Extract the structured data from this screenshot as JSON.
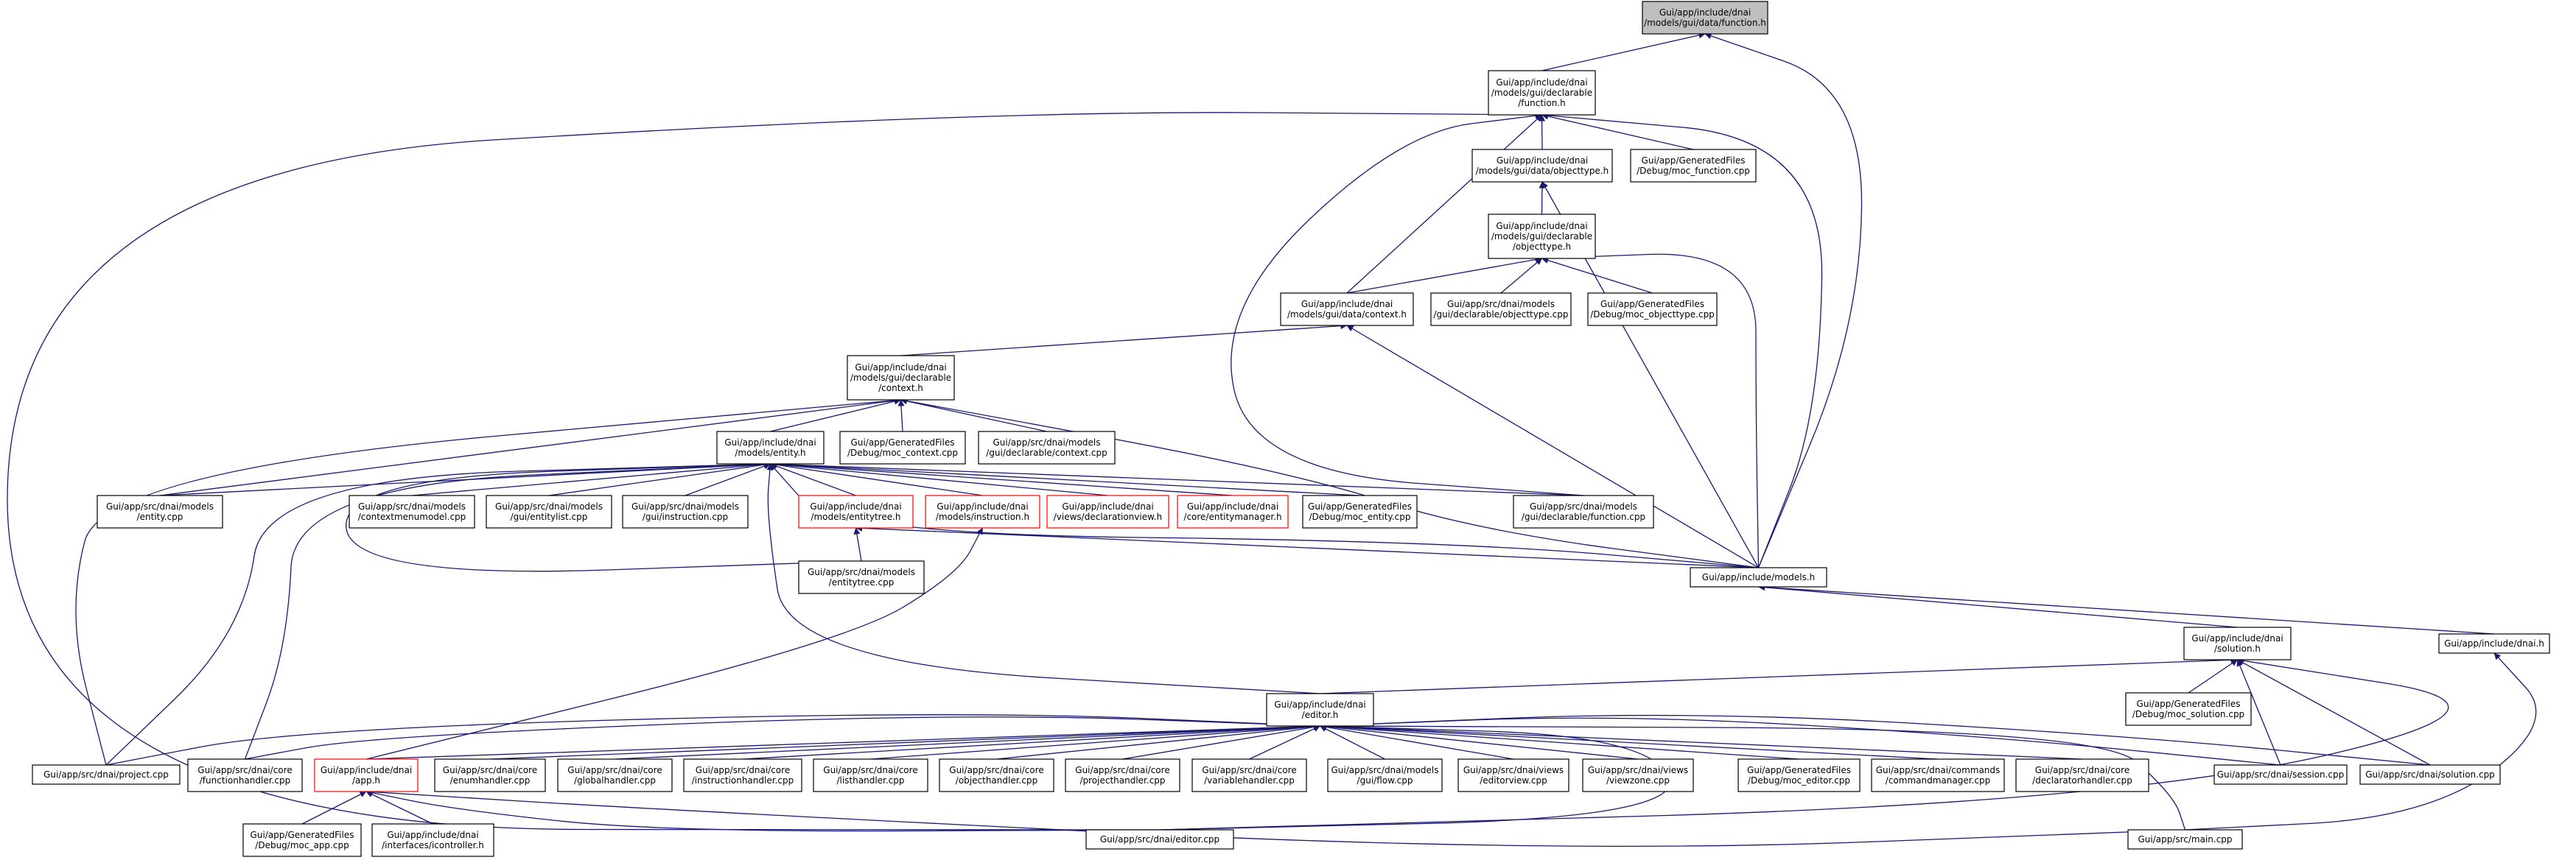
{
  "colors": {
    "edge": "#191970",
    "highlight_fill": "#bfbfbf",
    "incomplete_border": "#ff0000",
    "node_border": "#000000"
  },
  "nodes": {
    "root": [
      "Gui/app/include/dnai",
      "/models/gui/data/function.h"
    ],
    "decl_function_h": [
      "Gui/app/include/dnai",
      "/models/gui/declarable",
      "/function.h"
    ],
    "objecttype_h": [
      "Gui/app/include/dnai",
      "/models/gui/data/objecttype.h"
    ],
    "moc_function": [
      "Gui/app/GeneratedFiles",
      "/Debug/moc_function.cpp"
    ],
    "decl_objecttype_h": [
      "Gui/app/include/dnai",
      "/models/gui/declarable",
      "/objecttype.h"
    ],
    "data_context_h": [
      "Gui/app/include/dnai",
      "/models/gui/data/context.h"
    ],
    "decl_objecttype_cpp": [
      "Gui/app/src/dnai/models",
      "/gui/declarable/objecttype.cpp"
    ],
    "moc_objecttype": [
      "Gui/app/GeneratedFiles",
      "/Debug/moc_objecttype.cpp"
    ],
    "decl_context_h": [
      "Gui/app/include/dnai",
      "/models/gui/declarable",
      "/context.h"
    ],
    "entity_h": [
      "Gui/app/include/dnai",
      "/models/entity.h"
    ],
    "moc_context": [
      "Gui/app/GeneratedFiles",
      "/Debug/moc_context.cpp"
    ],
    "decl_context_cpp": [
      "Gui/app/src/dnai/models",
      "/gui/declarable/context.cpp"
    ],
    "entity_cpp": [
      "Gui/app/src/dnai/models",
      "/entity.cpp"
    ],
    "contextmenumodel_cpp": [
      "Gui/app/src/dnai/models",
      "/contextmenumodel.cpp"
    ],
    "entitylist_cpp": [
      "Gui/app/src/dnai/models",
      "/gui/entitylist.cpp"
    ],
    "instruction_cpp": [
      "Gui/app/src/dnai/models",
      "/gui/instruction.cpp"
    ],
    "entitytree_h": [
      "Gui/app/include/dnai",
      "/models/entitytree.h"
    ],
    "instruction_h": [
      "Gui/app/include/dnai",
      "/models/instruction.h"
    ],
    "declarationview_h": [
      "Gui/app/include/dnai",
      "/views/declarationview.h"
    ],
    "entitymanager_h": [
      "Gui/app/include/dnai",
      "/core/entitymanager.h"
    ],
    "moc_entity": [
      "Gui/app/GeneratedFiles",
      "/Debug/moc_entity.cpp"
    ],
    "decl_function_cpp": [
      "Gui/app/src/dnai/models",
      "/gui/declarable/function.cpp"
    ],
    "entitytree_cpp": [
      "Gui/app/src/dnai/models",
      "/entitytree.cpp"
    ],
    "models_h": [
      "Gui/app/include/models.h"
    ],
    "solution_h": [
      "Gui/app/include/dnai",
      "/solution.h"
    ],
    "dnai_h": [
      "Gui/app/include/dnai.h"
    ],
    "moc_solution": [
      "Gui/app/GeneratedFiles",
      "/Debug/moc_solution.cpp"
    ],
    "editor_h": [
      "Gui/app/include/dnai",
      "/editor.h"
    ],
    "project_cpp": [
      "Gui/app/src/dnai/project.cpp"
    ],
    "functionhandler_cpp": [
      "Gui/app/src/dnai/core",
      "/functionhandler.cpp"
    ],
    "app_h": [
      "Gui/app/include/dnai",
      "/app.h"
    ],
    "enumhandler_cpp": [
      "Gui/app/src/dnai/core",
      "/enumhandler.cpp"
    ],
    "globalhandler_cpp": [
      "Gui/app/src/dnai/core",
      "/globalhandler.cpp"
    ],
    "instructionhandler_cpp": [
      "Gui/app/src/dnai/core",
      "/instructionhandler.cpp"
    ],
    "listhandler_cpp": [
      "Gui/app/src/dnai/core",
      "/listhandler.cpp"
    ],
    "objecthandler_cpp": [
      "Gui/app/src/dnai/core",
      "/objecthandler.cpp"
    ],
    "projecthandler_cpp": [
      "Gui/app/src/dnai/core",
      "/projecthandler.cpp"
    ],
    "variablehandler_cpp": [
      "Gui/app/src/dnai/core",
      "/variablehandler.cpp"
    ],
    "guiflow_cpp": [
      "Gui/app/src/dnai/models",
      "/gui/flow.cpp"
    ],
    "editorview_cpp": [
      "Gui/app/src/dnai/views",
      "/editorview.cpp"
    ],
    "viewzone_cpp": [
      "Gui/app/src/dnai/views",
      "/viewzone.cpp"
    ],
    "moc_editor": [
      "Gui/app/GeneratedFiles",
      "/Debug/moc_editor.cpp"
    ],
    "commandmanager_cpp": [
      "Gui/app/src/dnai/commands",
      "/commandmanager.cpp"
    ],
    "declaratorhandler_cpp": [
      "Gui/app/src/dnai/core",
      "/declaratorhandler.cpp"
    ],
    "session_cpp": [
      "Gui/app/src/dnai/session.cpp"
    ],
    "solution_cpp": [
      "Gui/app/src/dnai/solution.cpp"
    ],
    "moc_app": [
      "Gui/app/GeneratedFiles",
      "/Debug/moc_app.cpp"
    ],
    "icontroller_h": [
      "Gui/app/include/dnai",
      "/interfaces/icontroller.h"
    ],
    "editor_cpp": [
      "Gui/app/src/dnai/editor.cpp"
    ],
    "main_cpp": [
      "Gui/app/src/main.cpp"
    ]
  },
  "edges": [
    [
      "decl_function_h",
      "root"
    ],
    [
      "models_h",
      "root"
    ],
    [
      "objecttype_h",
      "decl_function_h"
    ],
    [
      "moc_function",
      "decl_function_h"
    ],
    [
      "data_context_h",
      "decl_function_h"
    ],
    [
      "decl_function_cpp",
      "decl_function_h"
    ],
    [
      "models_h",
      "decl_function_h"
    ],
    [
      "editor_cpp",
      "decl_function_h"
    ],
    [
      "decl_objecttype_h",
      "objecttype_h"
    ],
    [
      "models_h",
      "objecttype_h"
    ],
    [
      "data_context_h",
      "decl_objecttype_h"
    ],
    [
      "decl_objecttype_cpp",
      "decl_objecttype_h"
    ],
    [
      "moc_objecttype",
      "decl_objecttype_h"
    ],
    [
      "models_h",
      "decl_objecttype_h"
    ],
    [
      "decl_context_h",
      "data_context_h"
    ],
    [
      "models_h",
      "data_context_h"
    ],
    [
      "entity_h",
      "decl_context_h"
    ],
    [
      "moc_context",
      "decl_context_h"
    ],
    [
      "decl_context_cpp",
      "decl_context_h"
    ],
    [
      "entity_cpp",
      "decl_context_h"
    ],
    [
      "project_cpp",
      "decl_context_h"
    ],
    [
      "models_h",
      "decl_context_h"
    ],
    [
      "entity_cpp",
      "entity_h"
    ],
    [
      "contextmenumodel_cpp",
      "entity_h"
    ],
    [
      "entitylist_cpp",
      "entity_h"
    ],
    [
      "instruction_cpp",
      "entity_h"
    ],
    [
      "entitytree_h",
      "entity_h"
    ],
    [
      "instruction_h",
      "entity_h"
    ],
    [
      "declarationview_h",
      "entity_h"
    ],
    [
      "entitymanager_h",
      "entity_h"
    ],
    [
      "moc_entity",
      "entity_h"
    ],
    [
      "decl_function_cpp",
      "entity_h"
    ],
    [
      "models_h",
      "entity_h"
    ],
    [
      "entitytree_cpp",
      "entity_h"
    ],
    [
      "project_cpp",
      "entity_h"
    ],
    [
      "functionhandler_cpp",
      "entity_h"
    ],
    [
      "editor_h",
      "entity_h"
    ],
    [
      "entitytree_cpp",
      "entitytree_h"
    ],
    [
      "models_h",
      "entitytree_h"
    ],
    [
      "app_h",
      "instruction_h"
    ],
    [
      "solution_h",
      "models_h"
    ],
    [
      "dnai_h",
      "models_h"
    ],
    [
      "editor_h",
      "solution_h"
    ],
    [
      "moc_solution",
      "solution_h"
    ],
    [
      "session_cpp",
      "solution_h"
    ],
    [
      "solution_cpp",
      "solution_h"
    ],
    [
      "editor_cpp",
      "solution_h"
    ],
    [
      "main_cpp",
      "dnai_h"
    ],
    [
      "project_cpp",
      "editor_h"
    ],
    [
      "functionhandler_cpp",
      "editor_h"
    ],
    [
      "app_h",
      "editor_h"
    ],
    [
      "enumhandler_cpp",
      "editor_h"
    ],
    [
      "globalhandler_cpp",
      "editor_h"
    ],
    [
      "instructionhandler_cpp",
      "editor_h"
    ],
    [
      "listhandler_cpp",
      "editor_h"
    ],
    [
      "objecthandler_cpp",
      "editor_h"
    ],
    [
      "projecthandler_cpp",
      "editor_h"
    ],
    [
      "variablehandler_cpp",
      "editor_h"
    ],
    [
      "guiflow_cpp",
      "editor_h"
    ],
    [
      "editorview_cpp",
      "editor_h"
    ],
    [
      "viewzone_cpp",
      "editor_h"
    ],
    [
      "moc_editor",
      "editor_h"
    ],
    [
      "commandmanager_cpp",
      "editor_h"
    ],
    [
      "declaratorhandler_cpp",
      "editor_h"
    ],
    [
      "session_cpp",
      "editor_h"
    ],
    [
      "solution_cpp",
      "editor_h"
    ],
    [
      "editor_cpp",
      "editor_h"
    ],
    [
      "main_cpp",
      "editor_h"
    ],
    [
      "moc_app",
      "app_h"
    ],
    [
      "icontroller_h",
      "app_h"
    ],
    [
      "editor_cpp",
      "app_h"
    ],
    [
      "main_cpp",
      "app_h"
    ]
  ]
}
